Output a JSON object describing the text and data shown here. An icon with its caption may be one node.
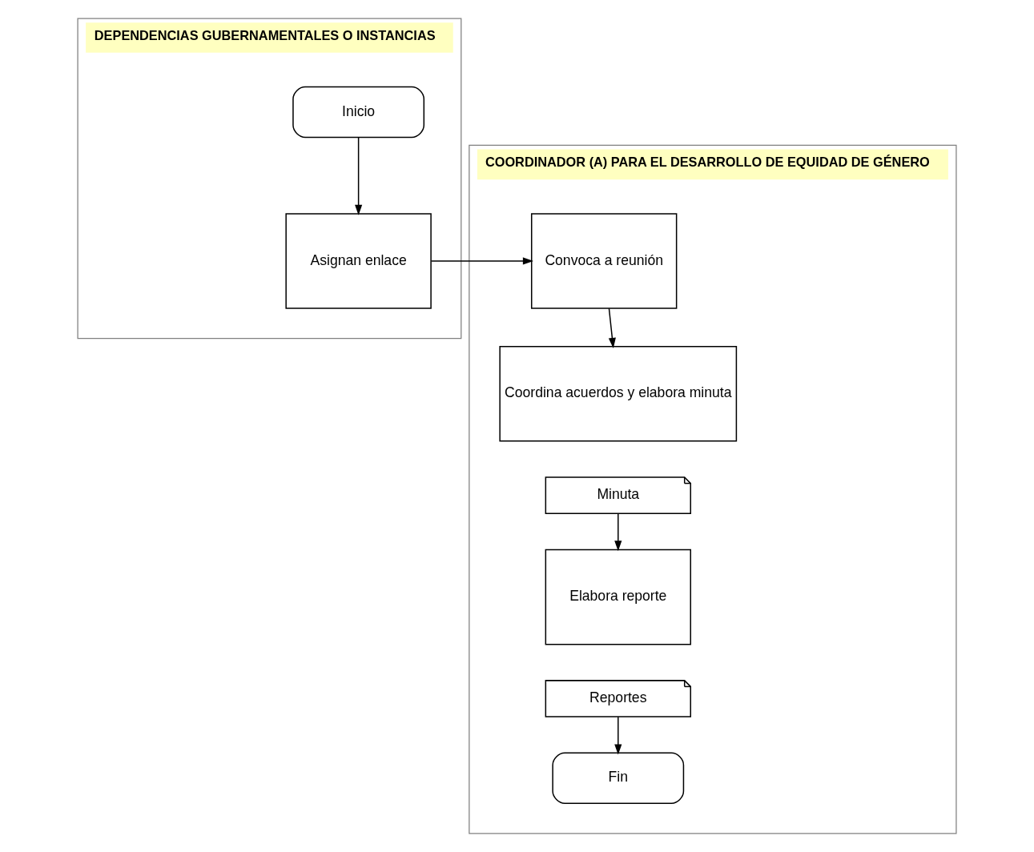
{
  "diagram": {
    "nodes": [
      {
        "text": [
          "DEPENDENCIAS GUBERNAMENTALES O INSTANCIAS"
        ]
      },
      {
        "text": [
          "COORDINADOR (A) PARA EL DESARROLLO DE EQUIDAD DE GÉNERO"
        ]
      },
      {
        "text": [
          "Inicio"
        ],
        "in": 0
      },
      {
        "text": [
          "Asignan enlace"
        ],
        "in": 0
      },
      {
        "text": [
          "Convoca a reunión"
        ],
        "in": 1
      },
      {
        "text": [
          "Coordina acuerdos y elabora minuta"
        ],
        "in": 1
      },
      {
        "text": [
          "Minuta"
        ],
        "in": 1
      },
      {
        "text": [
          "Elabora reporte"
        ],
        "in": 1
      },
      {
        "text": [
          "Reportes"
        ],
        "in": 1
      },
      {
        "text": [
          "Fin"
        ],
        "in": 1
      }
    ],
    "edges": [
      {
        "from": 2,
        "to": 3,
        "arrow": "to"
      },
      {
        "from": 3,
        "to": 4,
        "arrow": "to"
      },
      {
        "from": 4,
        "to": 5,
        "arrow": "to"
      },
      {
        "from": 6,
        "to": 7,
        "arrow": "to"
      },
      {
        "from": 8,
        "to": 9,
        "arrow": "to"
      }
    ]
  }
}
